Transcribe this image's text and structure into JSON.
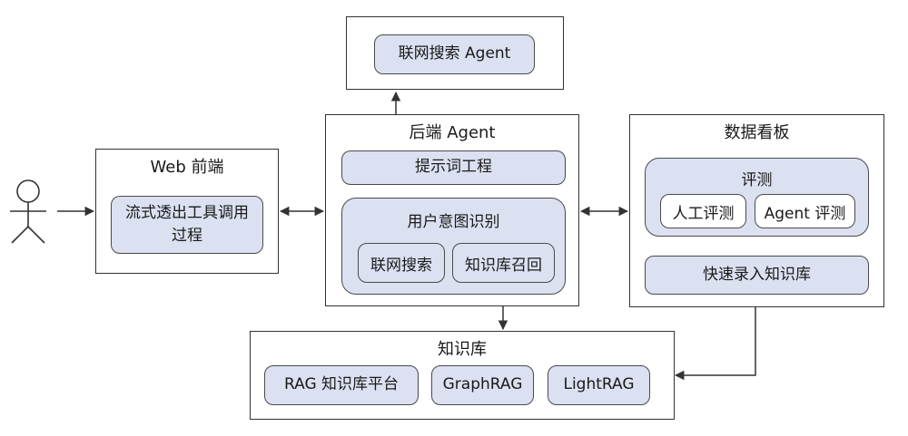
{
  "search_agent": {
    "label": "联网搜索 Agent"
  },
  "web_frontend": {
    "title": "Web 前端",
    "box_label": "流式透出工具调用过程"
  },
  "backend": {
    "title": "后端 Agent",
    "prompt_engineering": "提示词工程",
    "intent": {
      "title": "用户意图识别",
      "web_search": "联网搜索",
      "kb_recall": "知识库召回"
    }
  },
  "dashboard": {
    "title": "数据看板",
    "evaluation": {
      "title": "评测",
      "manual": "人工评测",
      "agent": "Agent 评测"
    },
    "quick_entry": "快速录入知识库"
  },
  "knowledge_base": {
    "title": "知识库",
    "items": [
      "RAG 知识库平台",
      "GraphRAG",
      "LightRAG"
    ]
  },
  "colors": {
    "box_fill": "#dbe1f1",
    "border": "#333333"
  }
}
